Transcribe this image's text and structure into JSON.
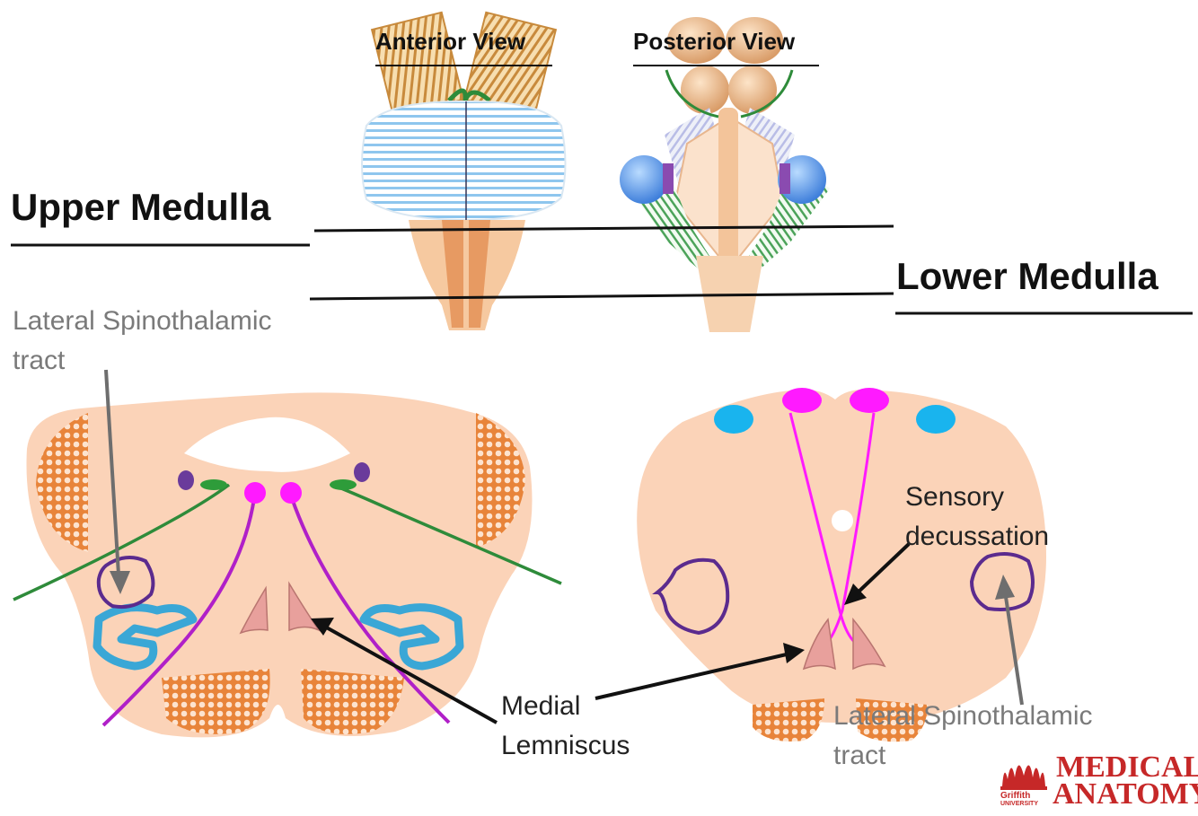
{
  "headings": {
    "anterior_view": "Anterior View",
    "posterior_view": "Posterior View"
  },
  "levels": {
    "upper_medulla": "Upper Medulla",
    "lower_medulla": "Lower Medulla"
  },
  "labels": {
    "lateral_spinothalamic_left_line1": "Lateral Spinothalamic",
    "lateral_spinothalamic_left_line2": "tract",
    "sensory_decussation_line1": "Sensory",
    "sensory_decussation_line2": "decussation",
    "medial_lemniscus_line1": "Medial",
    "medial_lemniscus_line2": "Lemniscus",
    "lateral_spinothalamic_right_line1": "Lateral Spinothalamic",
    "lateral_spinothalamic_right_line2": "tract"
  },
  "logo": {
    "line1": "MEDICAL",
    "line2": "ANATOMY",
    "brand": "Griffith",
    "brand_sub": "UNIVERSITY"
  },
  "colors": {
    "tissue": "#fbd3b8",
    "medial_lemniscus": "#ff1aff",
    "spinothalamic_outline": "#5b2b8e",
    "spinal_tract": "#2e8b3a",
    "olive": "#3aa7d6",
    "pyramid": "#e8843a",
    "logo_red": "#c62828"
  }
}
